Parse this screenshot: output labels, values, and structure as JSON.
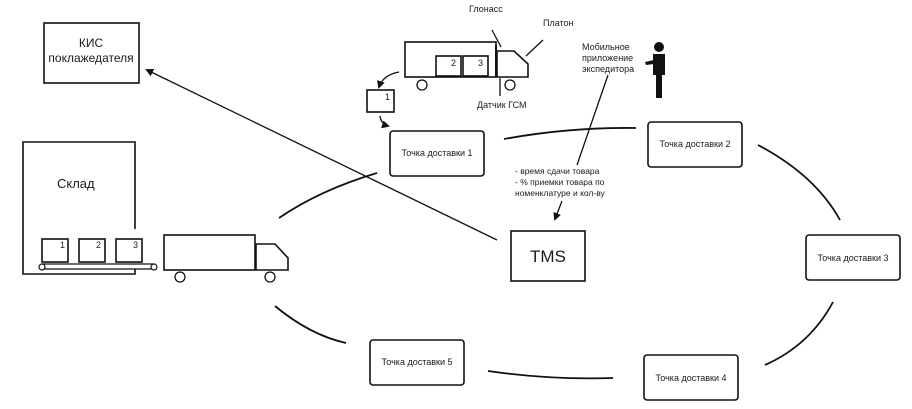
{
  "diagram": {
    "kis": {
      "line1": "КИС",
      "line2": "поклажедателя"
    },
    "warehouse": {
      "label": "Склад",
      "boxes": [
        "1",
        "2",
        "3"
      ]
    },
    "tms": {
      "label": "TMS"
    },
    "truck_top": {
      "boxes": [
        "2",
        "3"
      ],
      "unloaded_box": "1",
      "glonass": "Глонасс",
      "platon": "Платон",
      "fuel_sensor": "Датчик ГСМ"
    },
    "mobile_app": {
      "line1": "Мобильное",
      "line2": "приложение",
      "line3": "экспедитора"
    },
    "metrics": {
      "line1": "- время сдачи товара",
      "line2": "- % приемки товара по",
      "line3": "номенклатуре и кол-ву"
    },
    "delivery_points": [
      "Точка доставки 1",
      "Точка доставки 2",
      "Точка доставки 3",
      "Точка доставки 4",
      "Точка доставки 5"
    ]
  }
}
